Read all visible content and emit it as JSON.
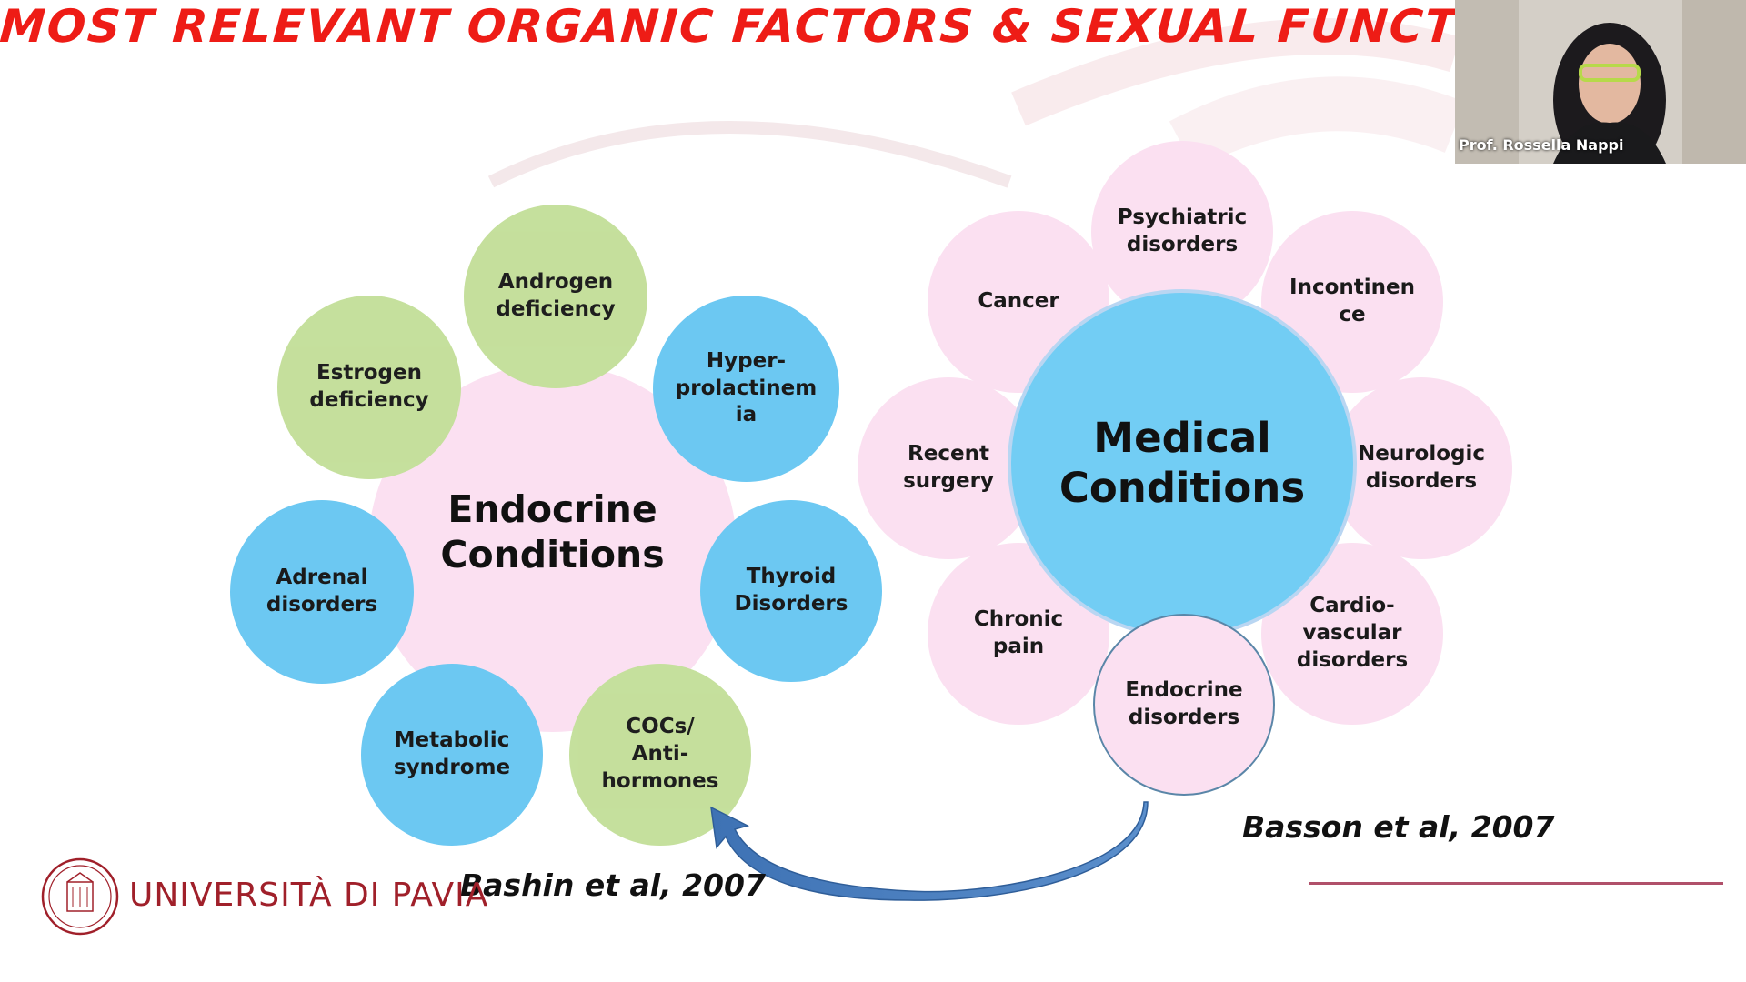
{
  "slide": {
    "title": "MOST RELEVANT ORGANIC FACTORS & SEXUAL FUNCT",
    "colors": {
      "title": "#ee1c16",
      "green": "#c4df9b",
      "blue": "#6cc8f2",
      "pink": "#fbe0f1",
      "brand": "#a0202a"
    }
  },
  "endocrine": {
    "center": "Endocrine\nConditions",
    "nodes": [
      {
        "label": "Androgen\ndeficiency",
        "color": "green"
      },
      {
        "label": "Hyper-\nprolactinem\nia",
        "color": "blue"
      },
      {
        "label": "Thyroid\nDisorders",
        "color": "blue"
      },
      {
        "label": "COCs/\nAnti-\nhormones",
        "color": "green"
      },
      {
        "label": "Metabolic\nsyndrome",
        "color": "blue"
      },
      {
        "label": "Adrenal\ndisorders",
        "color": "blue"
      },
      {
        "label": "Estrogen\ndeficiency",
        "color": "green"
      }
    ],
    "citation": "Bashin et al, 2007"
  },
  "medical": {
    "center": "Medical\nConditions",
    "nodes": [
      {
        "label": "Psychiatric\ndisorders"
      },
      {
        "label": "Incontinen\nce"
      },
      {
        "label": "Neurologic\ndisorders"
      },
      {
        "label": "Cardio-\nvascular\ndisorders"
      },
      {
        "label": "Endocrine\ndisorders"
      },
      {
        "label": "Chronic\npain"
      },
      {
        "label": "Recent\nsurgery"
      },
      {
        "label": "Cancer"
      }
    ],
    "citation": "Basson et al, 2007"
  },
  "branding": {
    "university": "UNIVERSITÀ DI PAVIA",
    "icon": "university-seal-icon"
  },
  "webcam": {
    "speaker": "Prof. Rossella Nappi"
  }
}
